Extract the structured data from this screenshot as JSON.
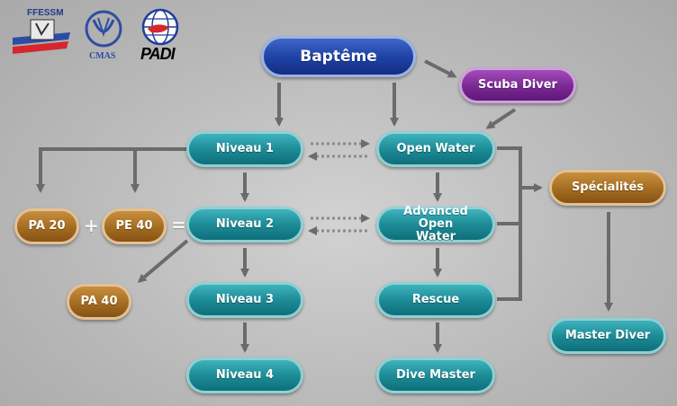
{
  "nodes": {
    "bapteme": "Baptême",
    "scuba_diver": "Scuba Diver",
    "niveau1": "Niveau 1",
    "open_water": "Open Water",
    "niveau2": "Niveau 2",
    "advanced_open_water": "Advanced Open Water",
    "niveau3": "Niveau 3",
    "rescue": "Rescue",
    "niveau4": "Niveau 4",
    "dive_master": "Dive Master",
    "specialites": "Spécialités",
    "master_diver": "Master Diver",
    "pa20": "PA 20",
    "pe40": "PE 40",
    "pa40": "PA 40"
  },
  "operators": {
    "plus": "+",
    "equals": "="
  },
  "logos": {
    "ffessm": "FFESSM",
    "cmas": "CMAS",
    "padi": "PADI"
  },
  "colors": {
    "arrow": "#6b6b6b",
    "teal": "#1d8c97",
    "gold": "#a66f22",
    "purple": "#7c2b96",
    "blue": "#1f43a6"
  }
}
